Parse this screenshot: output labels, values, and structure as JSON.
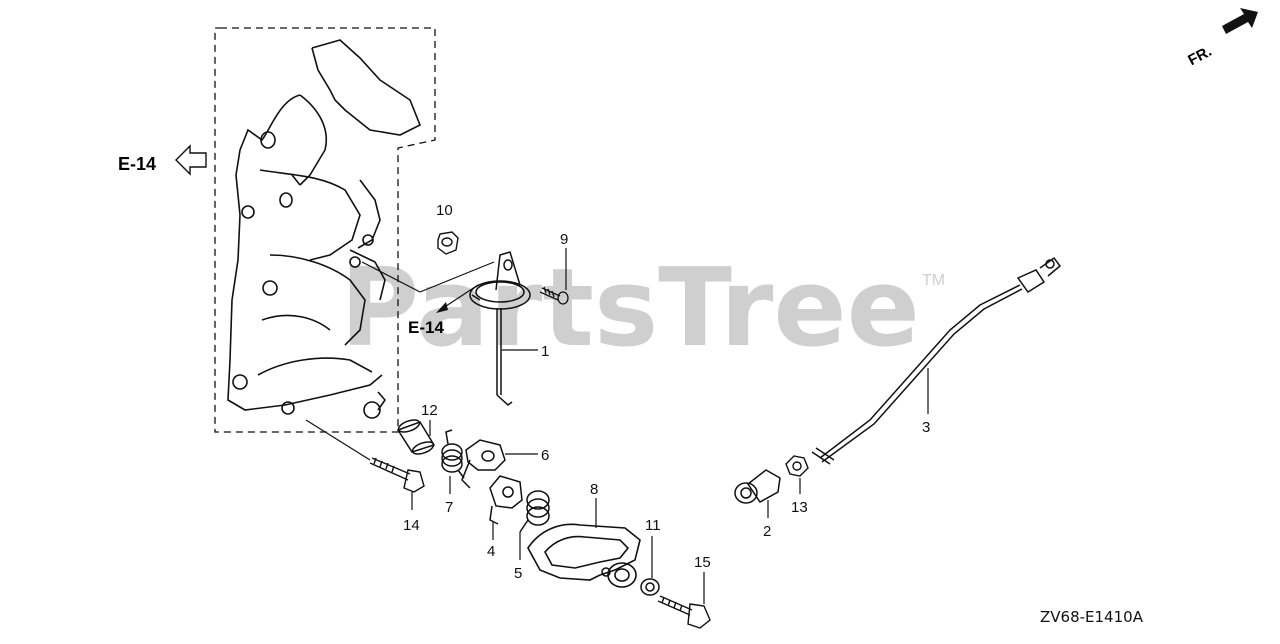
{
  "diagram": {
    "watermark": "PartsTree",
    "watermark_tm": "TM",
    "direction_label": "FR.",
    "diagram_code": "ZV68-E1410A",
    "ref_top": "E-14",
    "ref_mid": "E-14",
    "callouts": [
      "1",
      "2",
      "3",
      "4",
      "5",
      "6",
      "7",
      "8",
      "9",
      "10",
      "11",
      "12",
      "13",
      "14",
      "15"
    ]
  },
  "colors": {
    "line": "#111111",
    "watermark": "#cccccc",
    "background": "#ffffff"
  }
}
